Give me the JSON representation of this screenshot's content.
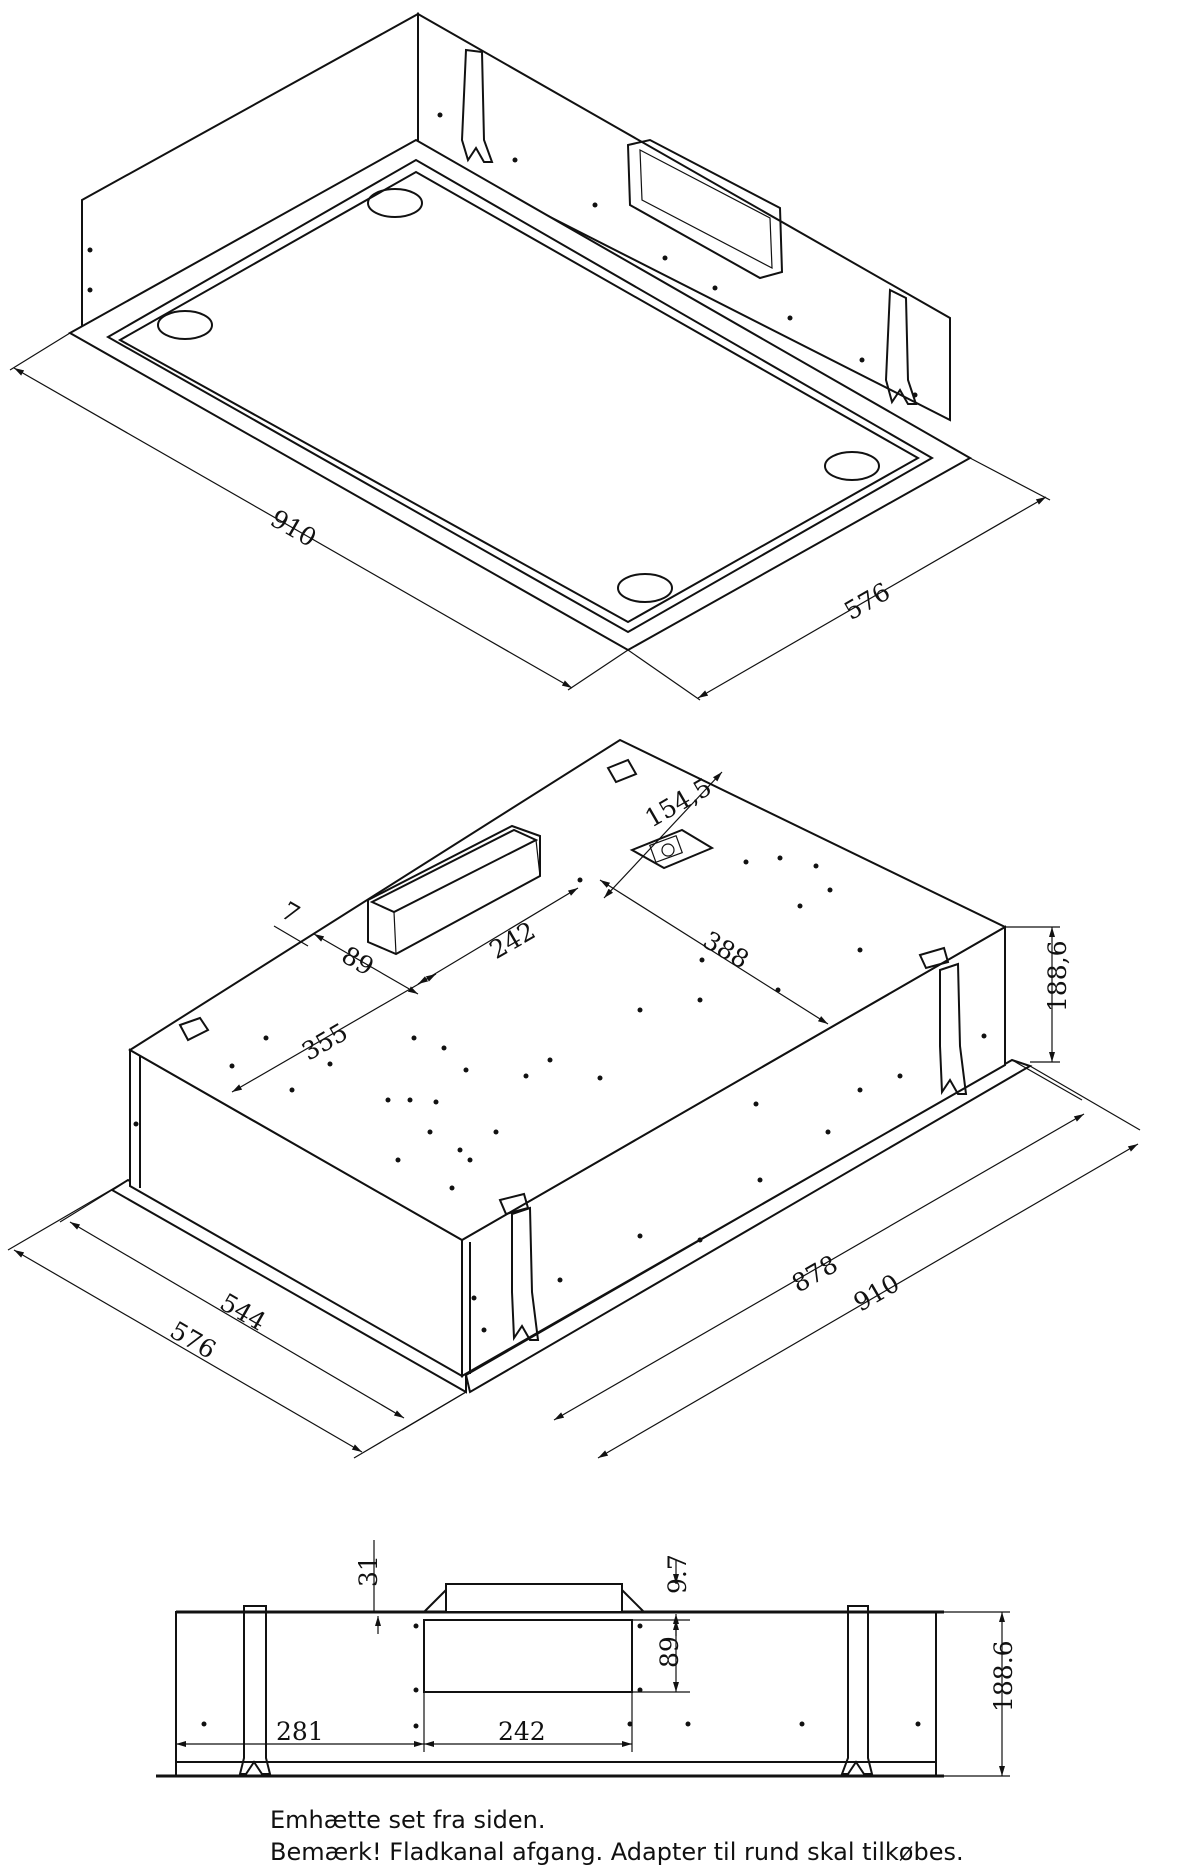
{
  "top_view": {
    "dim_length": "910",
    "dim_width": "576"
  },
  "middle_view": {
    "dim_outlet_offset": "154,5",
    "dim_outlet_width": "242",
    "dim_outlet_depth": "89",
    "dim_small": "7",
    "dim_front_offset": "355",
    "dim_back_offset": "388",
    "dim_height": "188,6",
    "dim_inner_width": "544",
    "dim_outer_width": "576",
    "dim_inner_length": "878",
    "dim_outer_length": "910"
  },
  "side_view": {
    "dim_top_gap": "31",
    "dim_outlet_height": "9.7",
    "dim_outlet_depth": "89",
    "dim_height": "188.6",
    "dim_left_offset": "281",
    "dim_outlet_width": "242"
  },
  "caption": {
    "line1": "Emhætte set fra siden.",
    "line2": "Bemærk! Fladkanal afgang. Adapter til rund skal tilkøbes."
  }
}
